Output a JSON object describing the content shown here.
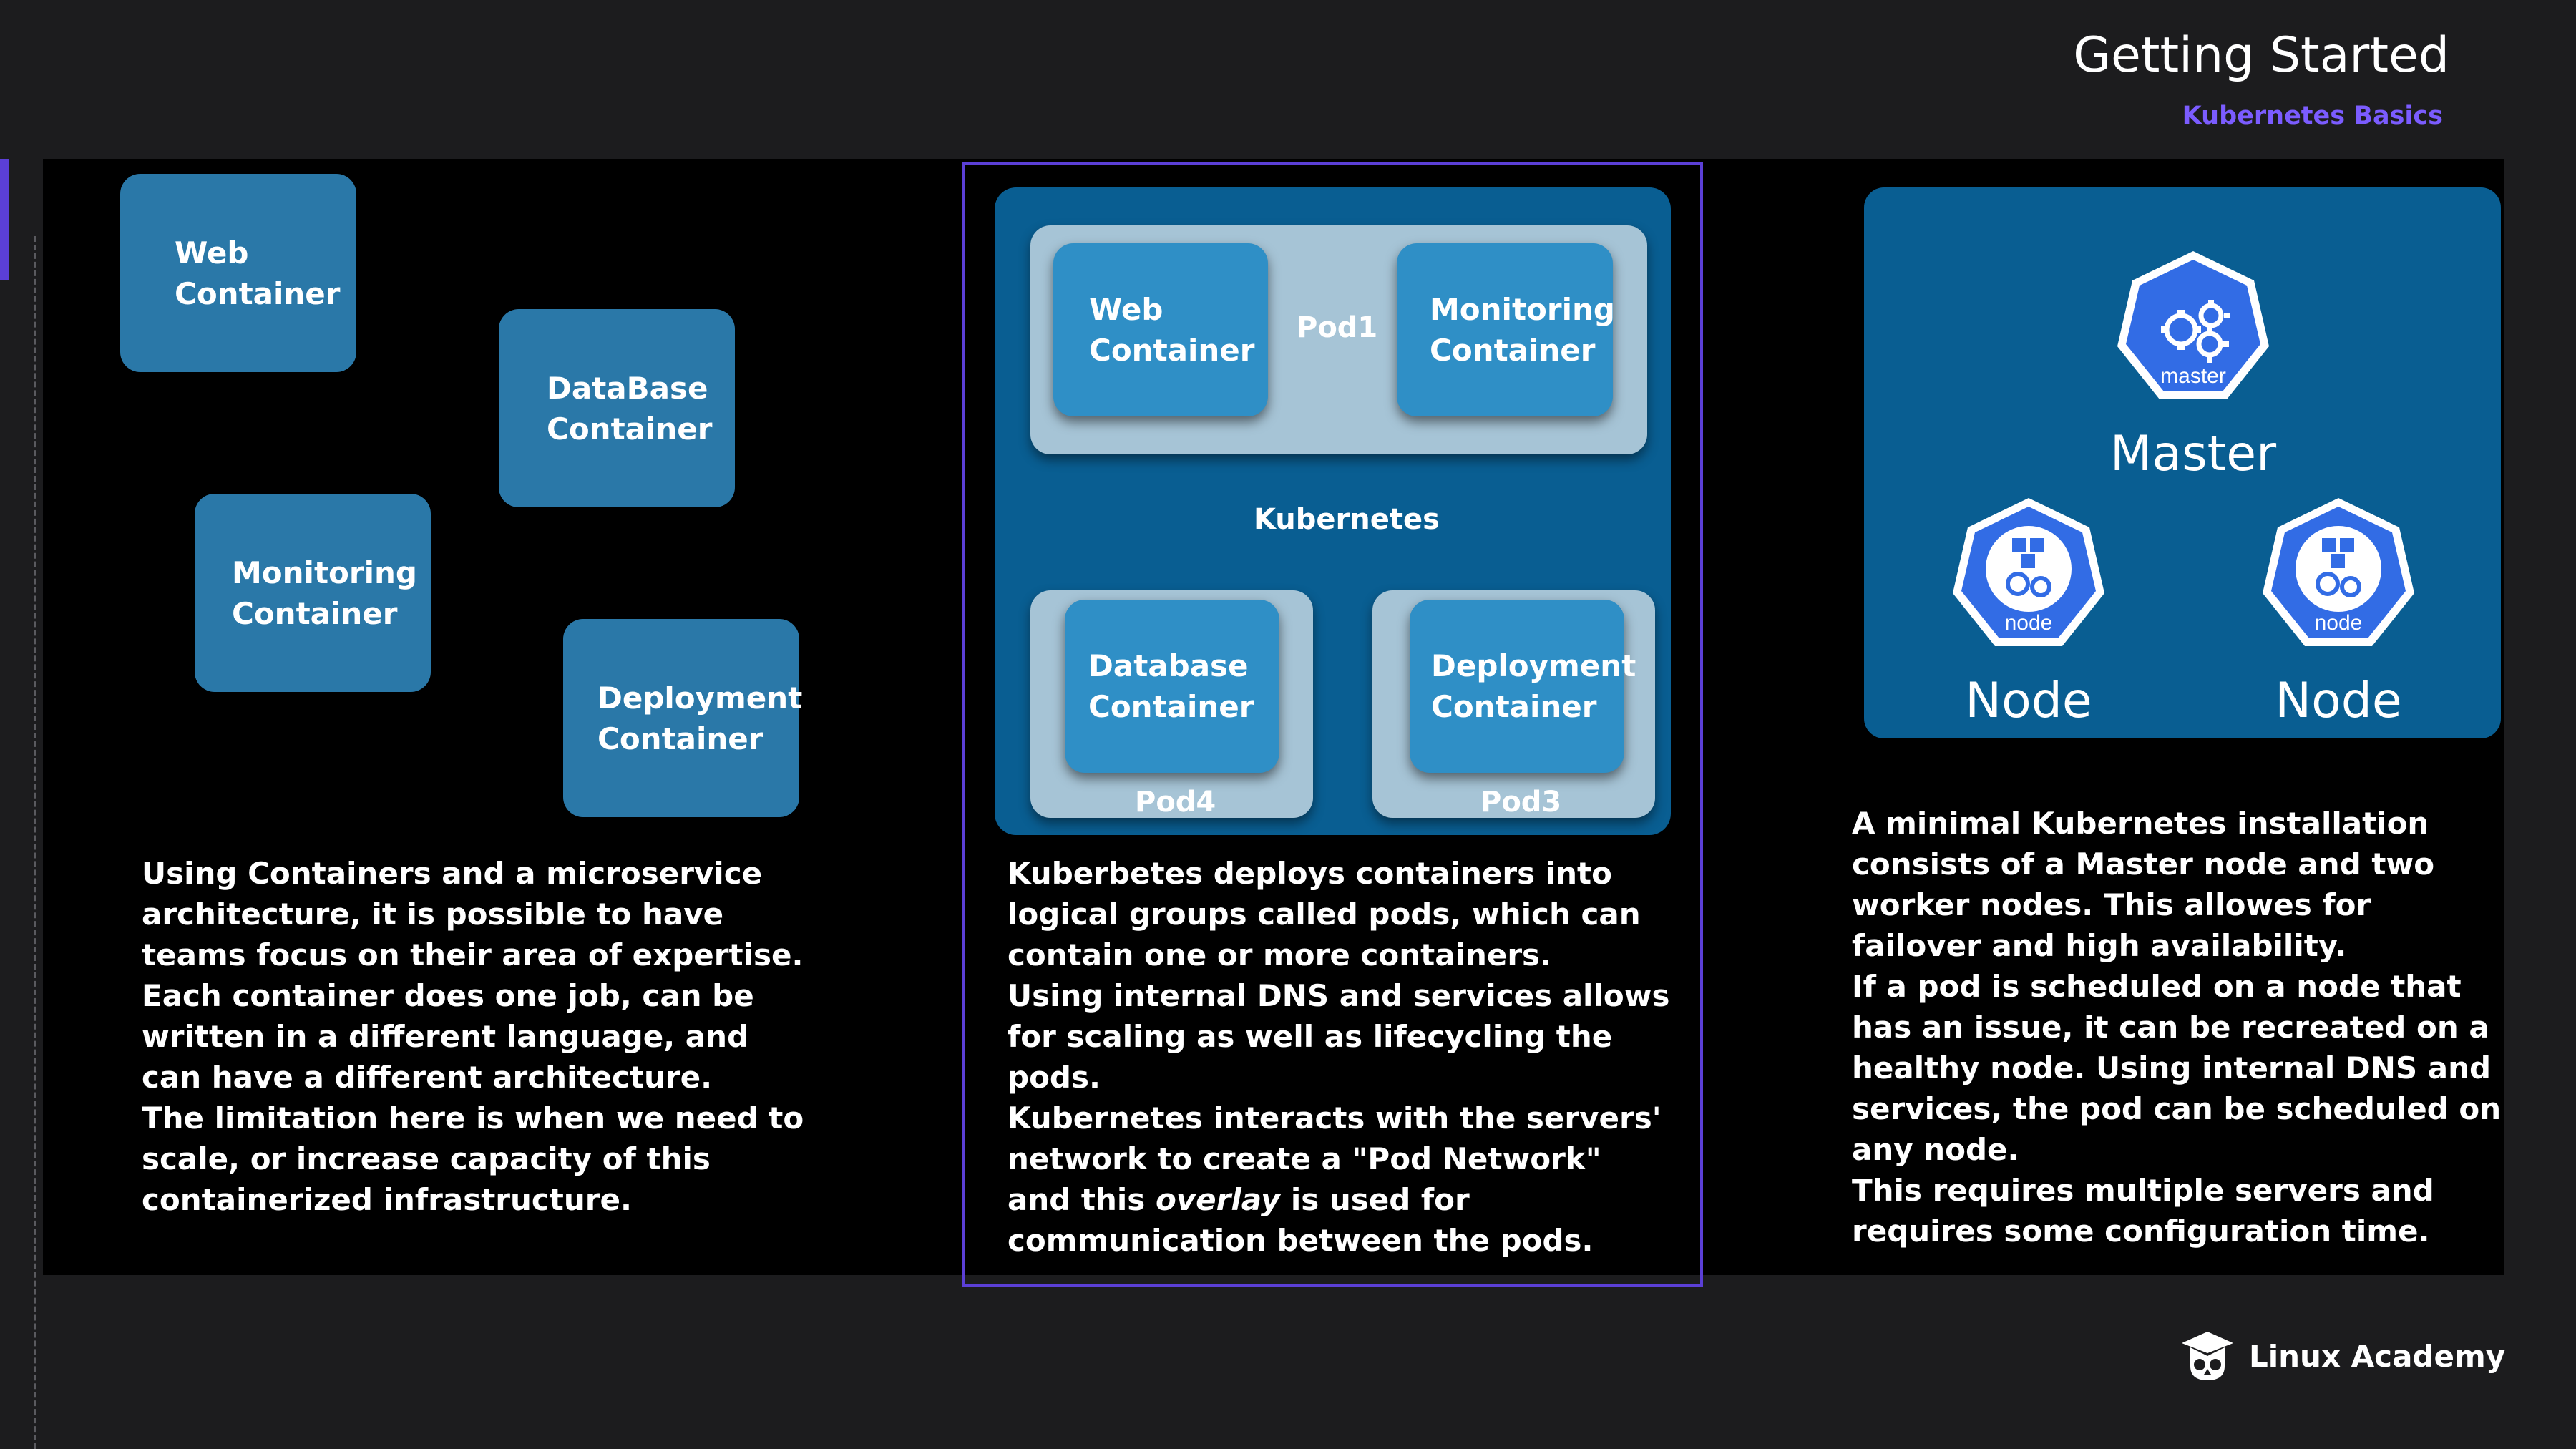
{
  "header": {
    "title": "Getting Started",
    "subtitle": "Kubernetes Basics"
  },
  "colors": {
    "accent": "#5b3fd6",
    "box": "#2a78a8",
    "panel": "#095e92",
    "k8s_blue": "#326ce5"
  },
  "left_section": {
    "containers": [
      "Web\nContainer",
      "DataBase\nContainer",
      "Monitoring\nContainer",
      "Deployment\nContainer"
    ],
    "description": [
      "Using Containers and a microservice architecture, it is possible to have teams focus on their area of expertise. Each container does one job, can be written in a different language, and can have a different architecture.",
      "The limitation here is when we need to scale, or increase capacity of this containerized infrastructure."
    ]
  },
  "middle_section": {
    "kubernetes_label": "Kubernetes",
    "pod1": {
      "label": "Pod1",
      "container_a": "Web\nContainer",
      "container_b": "Monitoring\nContainer"
    },
    "pod4": {
      "label": "Pod4",
      "container": "Database\nContainer"
    },
    "pod3": {
      "label": "Pod3",
      "container": "Deployment\nContainer"
    },
    "description": {
      "p1": "Kuberbetes deploys containers into logical groups called pods, which can contain one or more containers.",
      "p2": "Using internal DNS and services allows for scaling as well as lifecycling the pods.",
      "p3_before": "Kubernetes interacts with the servers' network to create a \"Pod Network\" and this ",
      "p3_emphasis": "overlay",
      "p3_after": " is used for communication between the pods."
    }
  },
  "right_section": {
    "master": {
      "icon_text": "master",
      "caption": "Master"
    },
    "nodes": [
      {
        "icon_text": "node",
        "caption": "Node"
      },
      {
        "icon_text": "node",
        "caption": "Node"
      }
    ],
    "description": [
      "A minimal Kubernetes installation consists of a Master node and two worker nodes. This allowes for failover and high availability.",
      "If a pod is scheduled on a node that has an issue, it can be recreated on a healthy node. Using internal DNS and services, the pod can be scheduled on any node.",
      "This requires multiple servers and requires some configuration time."
    ]
  },
  "footer": {
    "logo_text": "Linux Academy",
    "logo_icon": "linux-academy-owl-icon"
  }
}
